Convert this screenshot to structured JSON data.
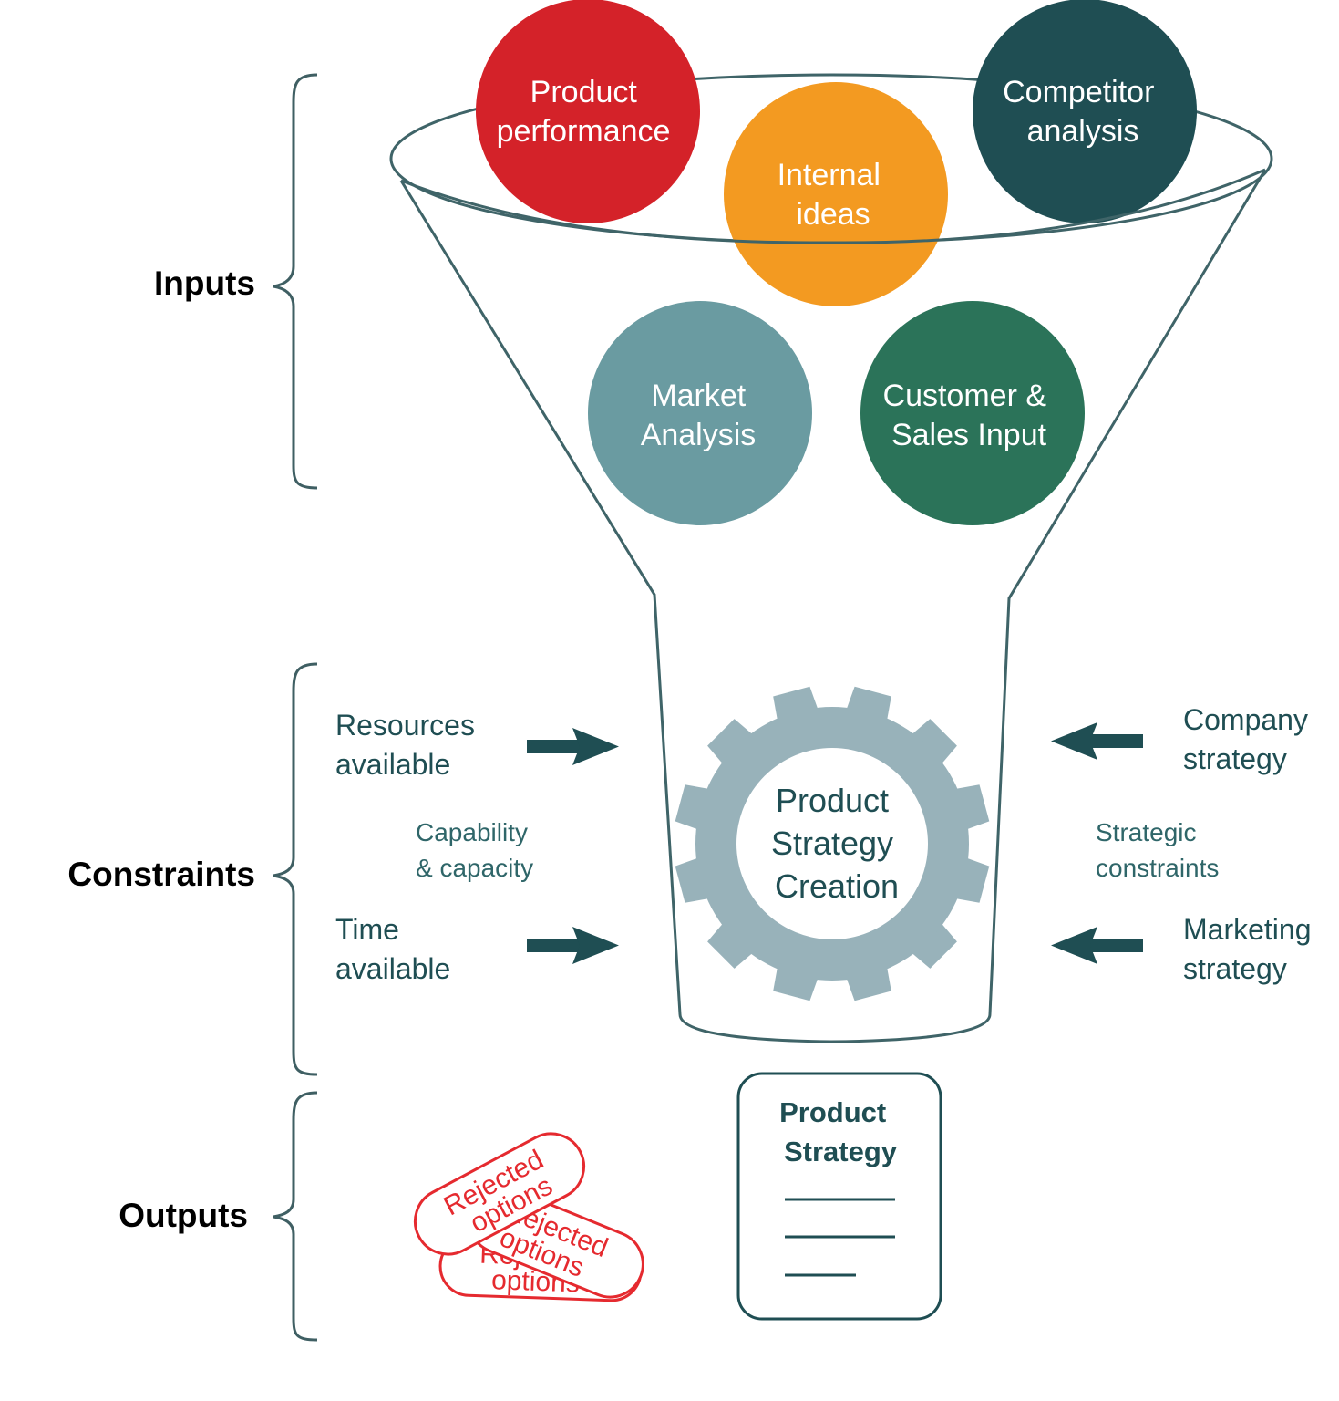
{
  "sections": {
    "inputs": "Inputs",
    "constraints": "Constraints",
    "outputs": "Outputs"
  },
  "inputs": {
    "product_performance": [
      "Product",
      "performance"
    ],
    "internal_ideas": [
      "Internal",
      "ideas"
    ],
    "competitor_analysis": [
      "Competitor",
      "analysis"
    ],
    "market_analysis": [
      "Market",
      "Analysis"
    ],
    "customer_sales": [
      "Customer &",
      "Sales Input"
    ]
  },
  "constraints": {
    "resources": [
      "Resources",
      "available"
    ],
    "capability": [
      "Capability",
      "& capacity"
    ],
    "time": [
      "Time",
      "available"
    ],
    "company_strategy": [
      "Company",
      "strategy"
    ],
    "strategic_constraints": [
      "Strategic",
      "constraints"
    ],
    "marketing_strategy": [
      "Marketing",
      "strategy"
    ]
  },
  "gear": [
    "Product",
    "Strategy",
    "Creation"
  ],
  "outputs": {
    "strategy_doc": [
      "Product",
      "Strategy"
    ],
    "rejected": [
      "Rejected",
      "options"
    ]
  },
  "colors": {
    "red": "#d42229",
    "orange": "#f39a21",
    "dark_teal": "#1f4e53",
    "slate_teal": "#6a9ba1",
    "green": "#2b7359",
    "gear": "#98b2ba",
    "text_dark": "#1f4e53",
    "brace": "#3f5f63",
    "rejected": "#e52a2f"
  }
}
